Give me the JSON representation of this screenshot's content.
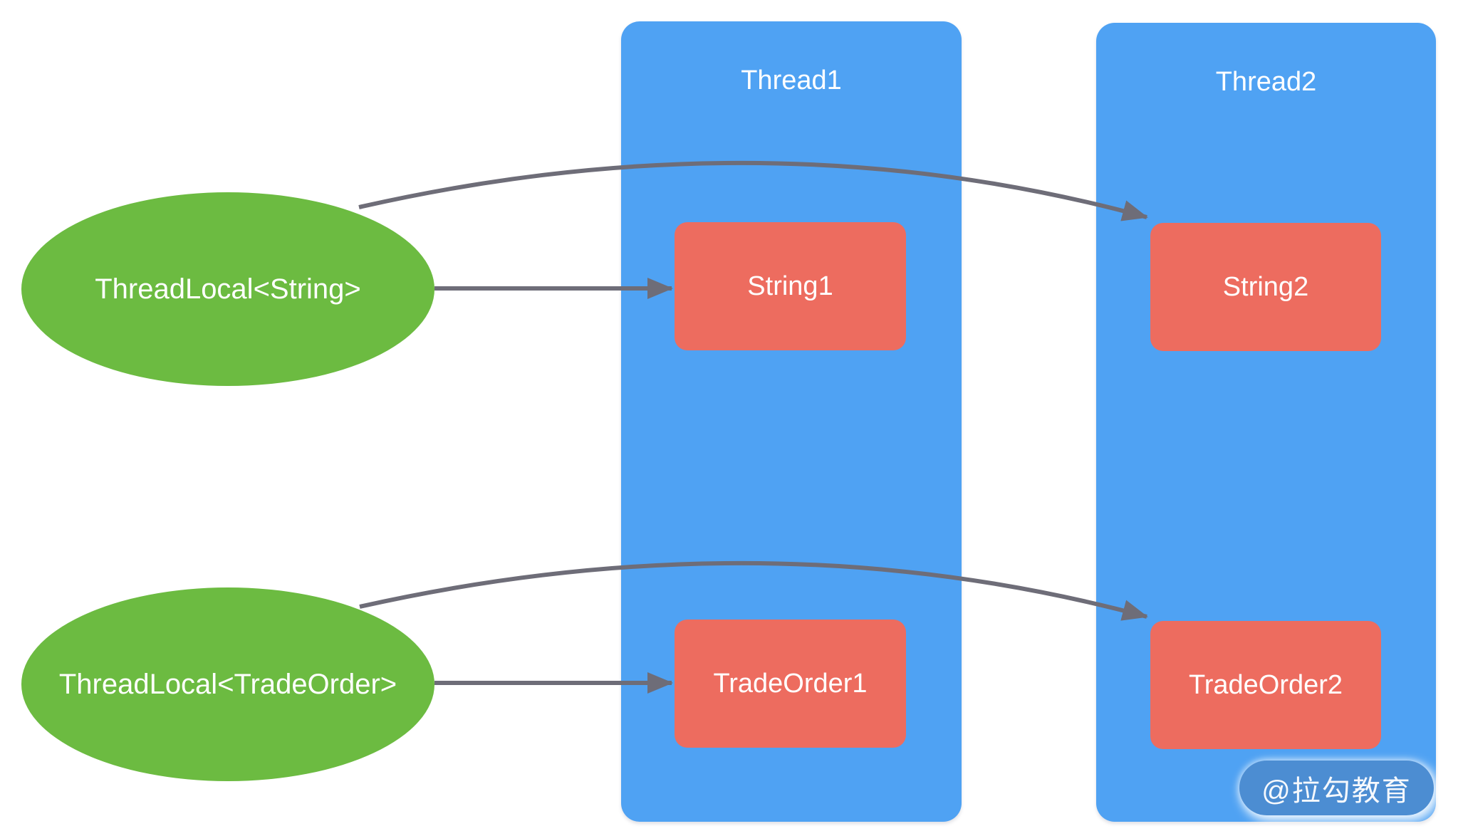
{
  "ellipses": [
    {
      "label": "ThreadLocal<String>"
    },
    {
      "label": "ThreadLocal<TradeOrder>"
    }
  ],
  "threads": [
    {
      "title": "Thread1",
      "boxes": [
        "String1",
        "TradeOrder1"
      ]
    },
    {
      "title": "Thread2",
      "boxes": [
        "String2",
        "TradeOrder2"
      ]
    }
  ],
  "arrows": [
    {
      "from": "ThreadLocal<String>",
      "to": "String1",
      "style": "straight"
    },
    {
      "from": "ThreadLocal<String>",
      "to": "String2",
      "style": "curved"
    },
    {
      "from": "ThreadLocal<TradeOrder>",
      "to": "TradeOrder1",
      "style": "straight"
    },
    {
      "from": "ThreadLocal<TradeOrder>",
      "to": "TradeOrder2",
      "style": "curved"
    }
  ],
  "watermark": {
    "label": "@拉勾教育"
  },
  "colors": {
    "ellipse_green": "#6CBB41",
    "thread_blue": "#4FA2F3",
    "box_red": "#ED6C5F",
    "arrow_gray": "#6E6D78",
    "watermark_blue": "#4C8DD2",
    "text_white": "#FFFFFF",
    "background": "#FFFFFF"
  }
}
